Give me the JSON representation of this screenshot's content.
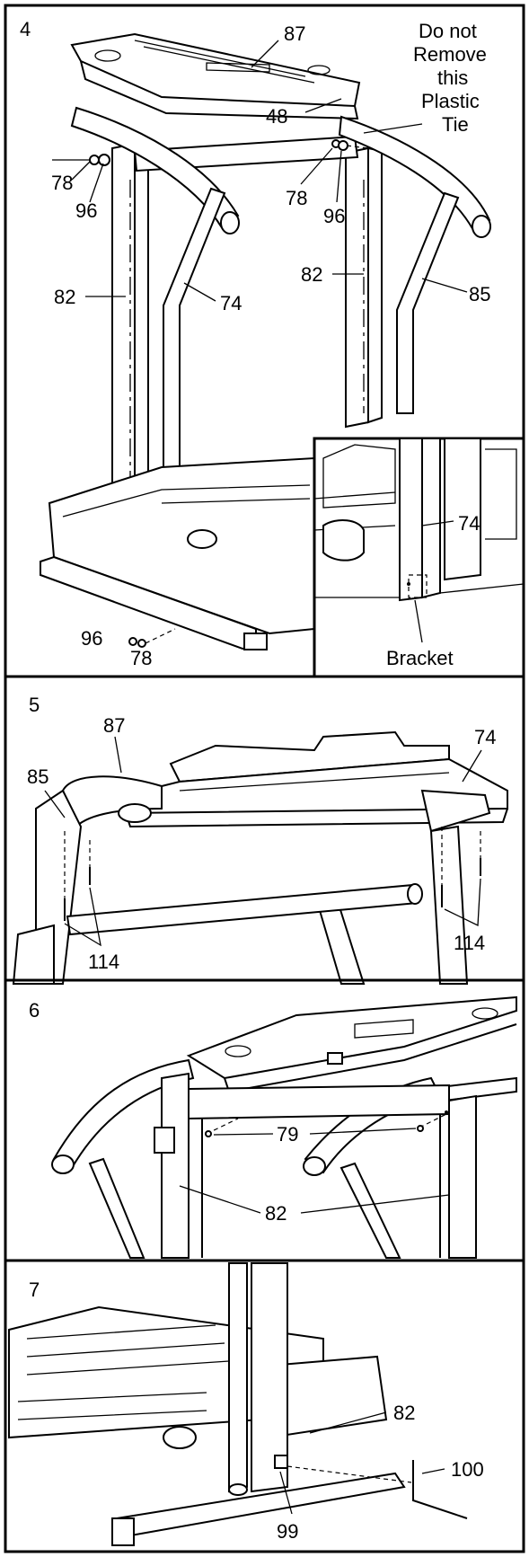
{
  "steps": [
    {
      "number": "4",
      "labels": {
        "part87": "87",
        "part48": "48",
        "note_line1": "Do not",
        "note_line2": "Remove",
        "note_line3": "this",
        "note_line4": "Plastic",
        "note_line5": "Tie",
        "part78_left": "78",
        "part96_left": "96",
        "part78_right": "78",
        "part96_right": "96",
        "part82_left": "82",
        "part74": "74",
        "part82_right": "82",
        "part85": "85",
        "part96_bottom": "96",
        "part78_bottom": "78"
      },
      "inset": {
        "part74": "74",
        "bracket": "Bracket"
      }
    },
    {
      "number": "5",
      "labels": {
        "part87": "87",
        "part74": "74",
        "part85": "85",
        "part114_left": "114",
        "part114_right": "114"
      }
    },
    {
      "number": "6",
      "labels": {
        "part79": "79",
        "part82": "82"
      }
    },
    {
      "number": "7",
      "labels": {
        "part82": "82",
        "part100": "100",
        "part99": "99"
      }
    }
  ]
}
